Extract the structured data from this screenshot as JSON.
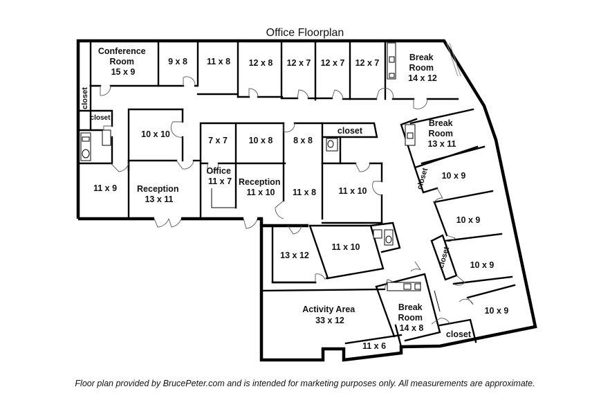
{
  "title": "Office Floorplan",
  "footer": "Floor plan provided by BrucePeter.com and is intended for marketing purposes only.  All measurements are approximate.",
  "rooms": {
    "conference": [
      "Conference",
      "Room",
      "15 x 9"
    ],
    "r9x8": "9 x 8",
    "r11x8_top": "11 x 8",
    "r12x8": "12 x 8",
    "r12x7_a": "12 x 7",
    "r12x7_b": "12 x 7",
    "r12x7_c": "12 x 7",
    "break_top": [
      "Break",
      "Room",
      "14 x 12"
    ],
    "closet_vert_left": "closet",
    "closet_small_left": "closet",
    "r10x10": "10 x 10",
    "r7x7": "7 x 7",
    "r10x8": "10 x 8",
    "r8x8": "8 x 8",
    "closet_mid": "closet",
    "break_mid": [
      "Break",
      "Room",
      "13 x 11"
    ],
    "r11x9": "11 x 9",
    "reception_left": [
      "Reception",
      "13 x 11"
    ],
    "office": [
      "Office",
      "11 x 7"
    ],
    "reception_mid": [
      "Reception",
      "11 x 10"
    ],
    "r11x8_mid": "11 x 8",
    "r11x10_right": "11 x 10",
    "closet_right_upper": "closet",
    "r10x9_a": "10 x 9",
    "r10x9_b": "10 x 9",
    "r13x12": "13 x 12",
    "r11x10_lower": "11 x 10",
    "closet_right_mid": "closet",
    "r10x9_c": "10 x 9",
    "activity": [
      "Activity Area",
      "33 x 12"
    ],
    "break_low": [
      "Break",
      "Room",
      "14 x 8"
    ],
    "r10x9_d": "10 x 9",
    "r11x6": "11 x 6",
    "closet_bottom": "closet"
  }
}
